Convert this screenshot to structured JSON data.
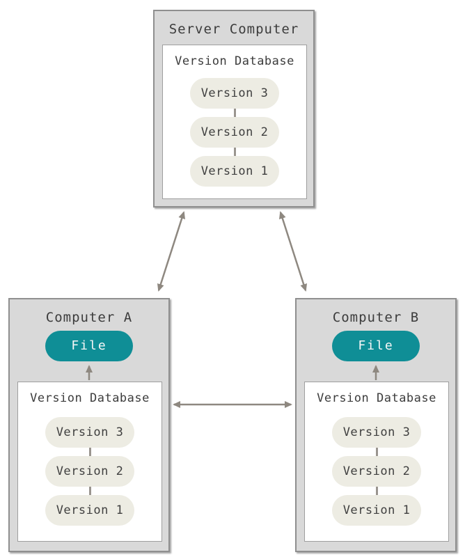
{
  "diagram": {
    "server": {
      "title": "Server Computer",
      "database_label": "Version Database",
      "versions": [
        "Version 3",
        "Version 2",
        "Version 1"
      ]
    },
    "computer_a": {
      "title": "Computer A",
      "file_label": "File",
      "database_label": "Version Database",
      "versions": [
        "Version 3",
        "Version 2",
        "Version 1"
      ]
    },
    "computer_b": {
      "title": "Computer B",
      "file_label": "File",
      "database_label": "Version Database",
      "versions": [
        "Version 3",
        "Version 2",
        "Version 1"
      ]
    }
  },
  "colors": {
    "accent_teal": "#0f8e96",
    "machine_fill": "#d9d9d9",
    "machine_border": "#8f8f8f",
    "pill_fill": "#edece3",
    "arrow": "#8e8880",
    "text": "#3c3c3c"
  }
}
